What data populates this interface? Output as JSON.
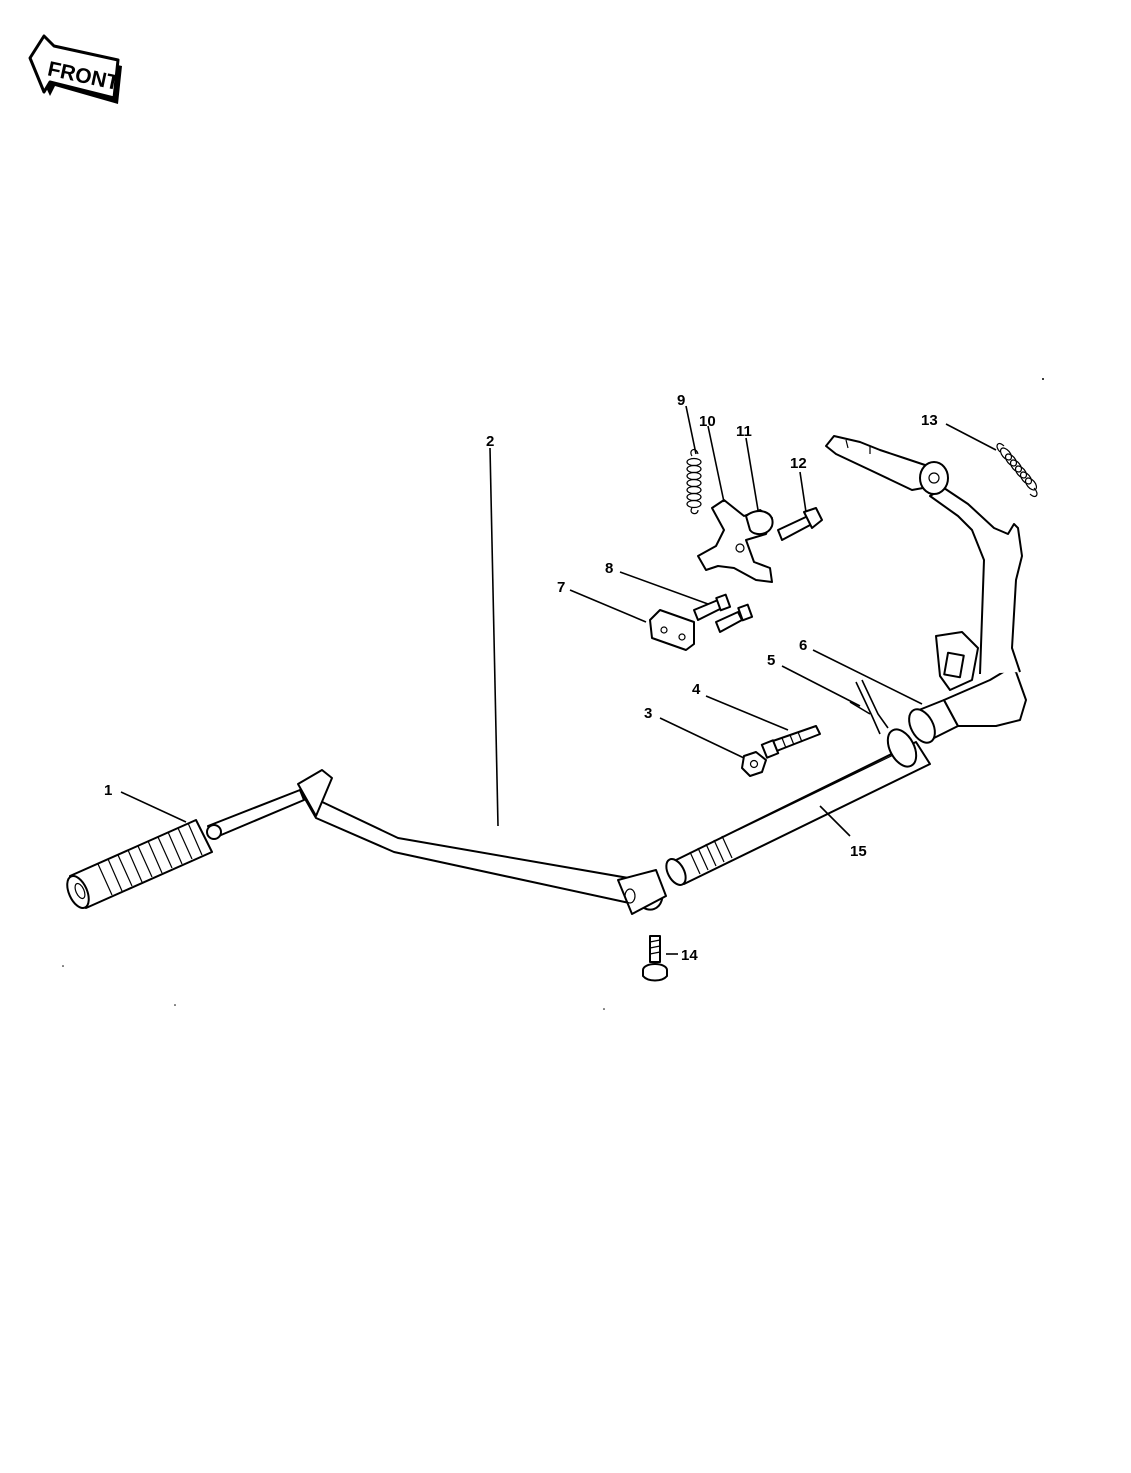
{
  "direction_arrow": {
    "label": "FRONT",
    "icon": "front-arrow-icon"
  },
  "callouts": [
    {
      "id": "1",
      "label": "1"
    },
    {
      "id": "2",
      "label": "2"
    },
    {
      "id": "3",
      "label": "3"
    },
    {
      "id": "4",
      "label": "4"
    },
    {
      "id": "5",
      "label": "5"
    },
    {
      "id": "6",
      "label": "6"
    },
    {
      "id": "7",
      "label": "7"
    },
    {
      "id": "8",
      "label": "8"
    },
    {
      "id": "9",
      "label": "9"
    },
    {
      "id": "10",
      "label": "10"
    },
    {
      "id": "11",
      "label": "11"
    },
    {
      "id": "12",
      "label": "12"
    },
    {
      "id": "13",
      "label": "13"
    },
    {
      "id": "14",
      "label": "14"
    },
    {
      "id": "15",
      "label": "15"
    }
  ]
}
